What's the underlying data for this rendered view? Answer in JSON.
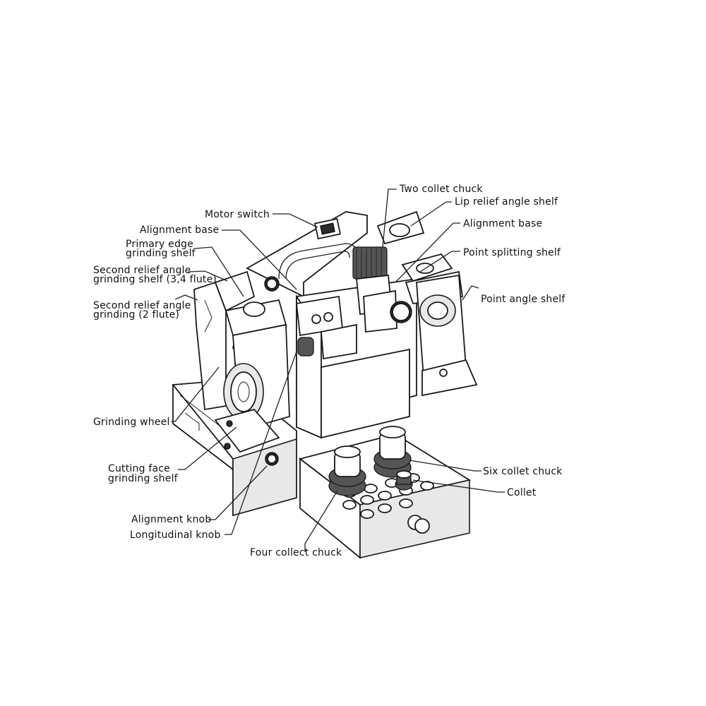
{
  "diagram": {
    "labels": {
      "two_collet_chuck": "Two collet chuck",
      "lip_relief_angle_shelf": "Lip relief angle shelf",
      "motor_switch": "Motor switch",
      "alignment_base_left": "Alignment base",
      "alignment_base_right": "Alignment base",
      "primary_edge_line1": "Primary edge",
      "primary_edge_line2": "grinding shelf",
      "point_splitting_shelf": "Point splitting shelf",
      "second_relief_34_line1": "Second relief angle",
      "second_relief_34_line2": "grinding shelf (3,4 flute)",
      "point_angle_shelf": "Point angle shelf",
      "second_relief_2_line1": "Second relief angle",
      "second_relief_2_line2": "grinding (2 flute)",
      "grinding_wheel": "Grinding wheel",
      "six_collet_chuck": "Six collet chuck",
      "cutting_face_line1": "Cutting face",
      "cutting_face_line2": "grinding shelf",
      "collet": "Collet",
      "alignment_knob": "Alignment  knob",
      "longitudinal_knob": "Longitudinal knob",
      "four_collect_chuck": "Four collect chuck"
    }
  }
}
